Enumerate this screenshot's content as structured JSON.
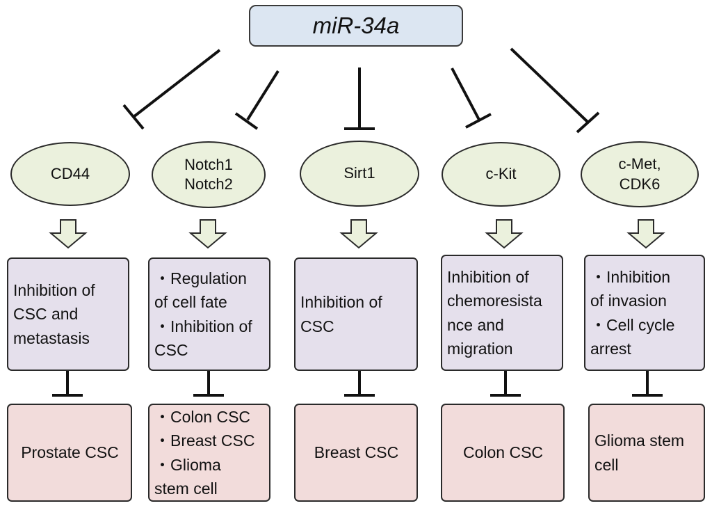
{
  "root": {
    "label": "miR-34a"
  },
  "branches": [
    {
      "key": "cd44",
      "gene": [
        "CD44"
      ],
      "mechanism": [
        "Inhibition of",
        "CSC and",
        "metastasis"
      ],
      "targets": [
        "Prostate CSC"
      ]
    },
    {
      "key": "notch",
      "gene": [
        "Notch1",
        "Notch2"
      ],
      "mechanism": [
        "・Regulation",
        "of cell fate",
        "・Inhibition of",
        "CSC"
      ],
      "targets": [
        "・Colon CSC",
        "・Breast CSC",
        "・Glioma",
        "stem cell"
      ]
    },
    {
      "key": "sirt1",
      "gene": [
        "Sirt1"
      ],
      "mechanism": [
        "Inhibition of",
        "CSC"
      ],
      "targets": [
        "Breast CSC"
      ]
    },
    {
      "key": "ckit",
      "gene": [
        "c-Kit"
      ],
      "mechanism": [
        "Inhibition of",
        "chemoresista",
        "nce and",
        "migration"
      ],
      "targets": [
        "Colon CSC"
      ]
    },
    {
      "key": "cmet",
      "gene": [
        "c-Met,",
        "CDK6"
      ],
      "mechanism": [
        "・Inhibition",
        "of invasion",
        "・Cell cycle",
        "arrest"
      ],
      "targets": [
        "Glioma stem",
        "cell"
      ]
    }
  ]
}
